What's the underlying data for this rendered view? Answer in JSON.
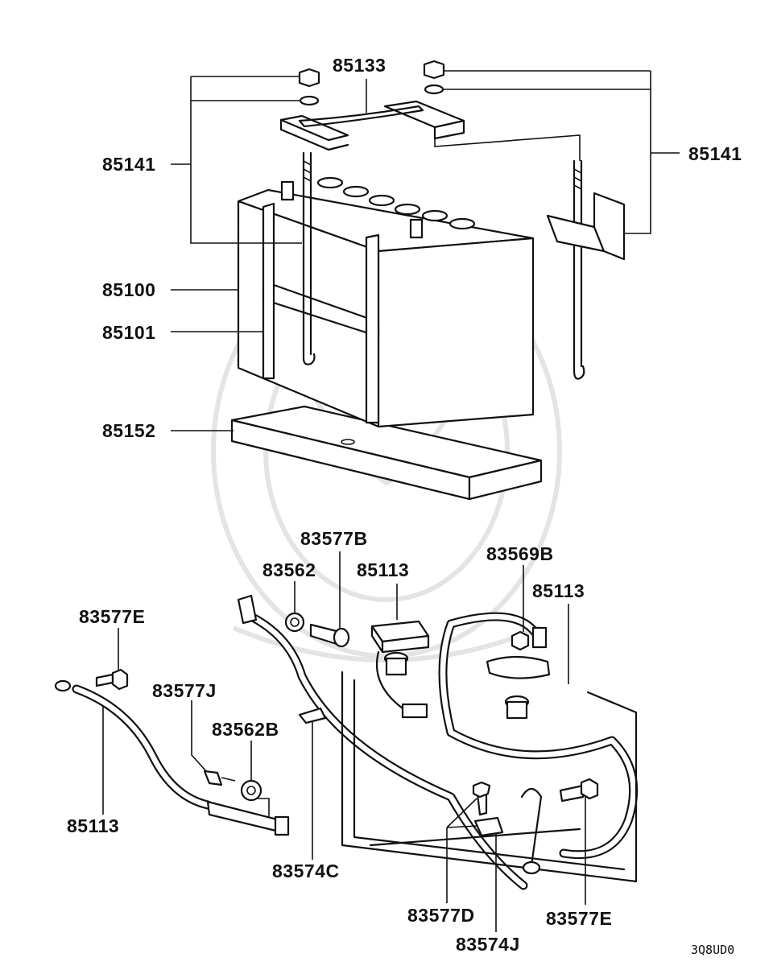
{
  "diagram": {
    "part_labels": {
      "hold_down_bracket": "85133",
      "clamp_left": "85141",
      "clamp_right": "85141",
      "battery": "85100",
      "battery_band": "85101",
      "tray": "85152",
      "cable_center": "85113",
      "cable_right": "85113",
      "cable_left": "85113",
      "bolt_b": "83577B",
      "washer_center": "83562",
      "nut_b": "83569B",
      "bolt_e_left": "83577E",
      "bolt_j": "83577J",
      "washer_b": "83562B",
      "clip_c": "83574C",
      "bolt_d": "83577D",
      "clip_j": "83574J",
      "bolt_e_right": "83577E"
    },
    "diagram_code": "3Q8UD0"
  }
}
